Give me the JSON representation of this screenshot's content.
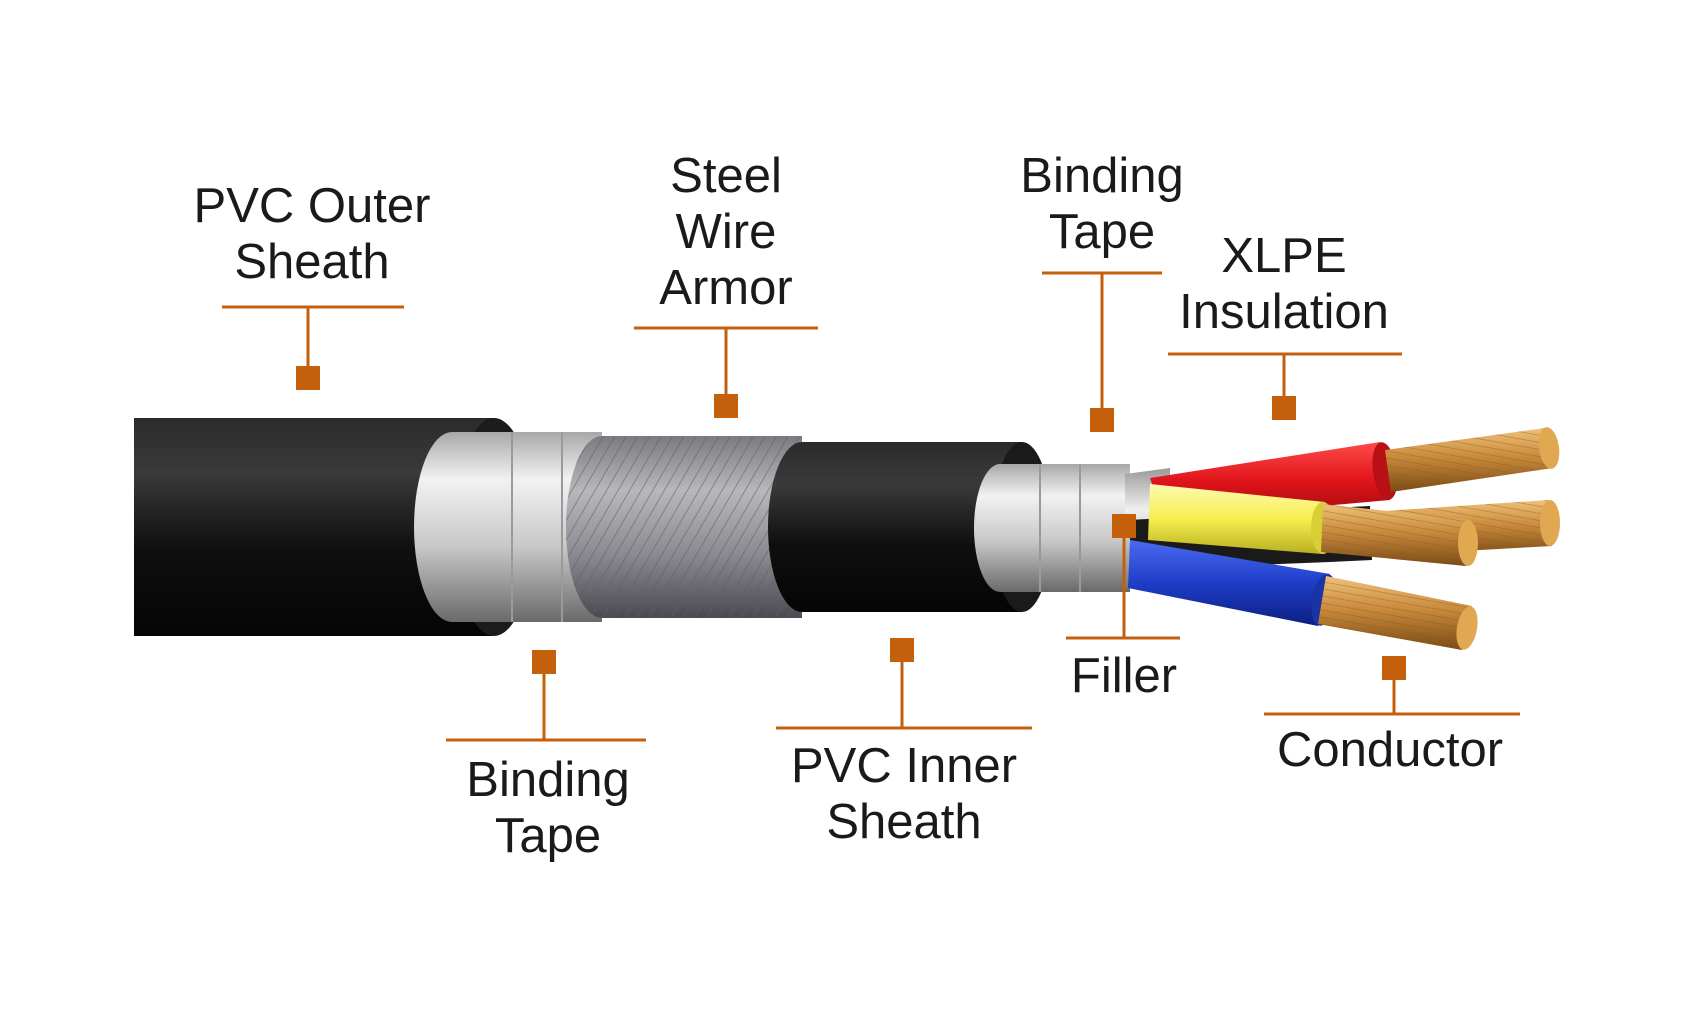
{
  "labels": {
    "pvc_outer_sheath": [
      "PVC Outer",
      "Sheath"
    ],
    "steel_wire_armor": [
      "Steel",
      "Wire",
      "Armor"
    ],
    "binding_tape_top": [
      "Binding",
      "Tape"
    ],
    "xlpe_insulation": [
      "XLPE",
      "Insulation"
    ],
    "binding_tape_bottom": [
      "Binding",
      "Tape"
    ],
    "pvc_inner_sheath": [
      "PVC Inner",
      "Sheath"
    ],
    "filler": [
      "Filler"
    ],
    "conductor": [
      "Conductor"
    ]
  },
  "colors": {
    "leader": "#c4600c",
    "outer_sheath": "#141414",
    "binding_tape": "#d8d8d8",
    "armor": "#8a8a90",
    "inner_sheath": "#1a1a1a",
    "core_red": "#e0141a",
    "core_yellow": "#f5ee50",
    "core_blue": "#1e3ec8",
    "core_black": "#1a1a1a",
    "copper": "#c98a3c"
  }
}
